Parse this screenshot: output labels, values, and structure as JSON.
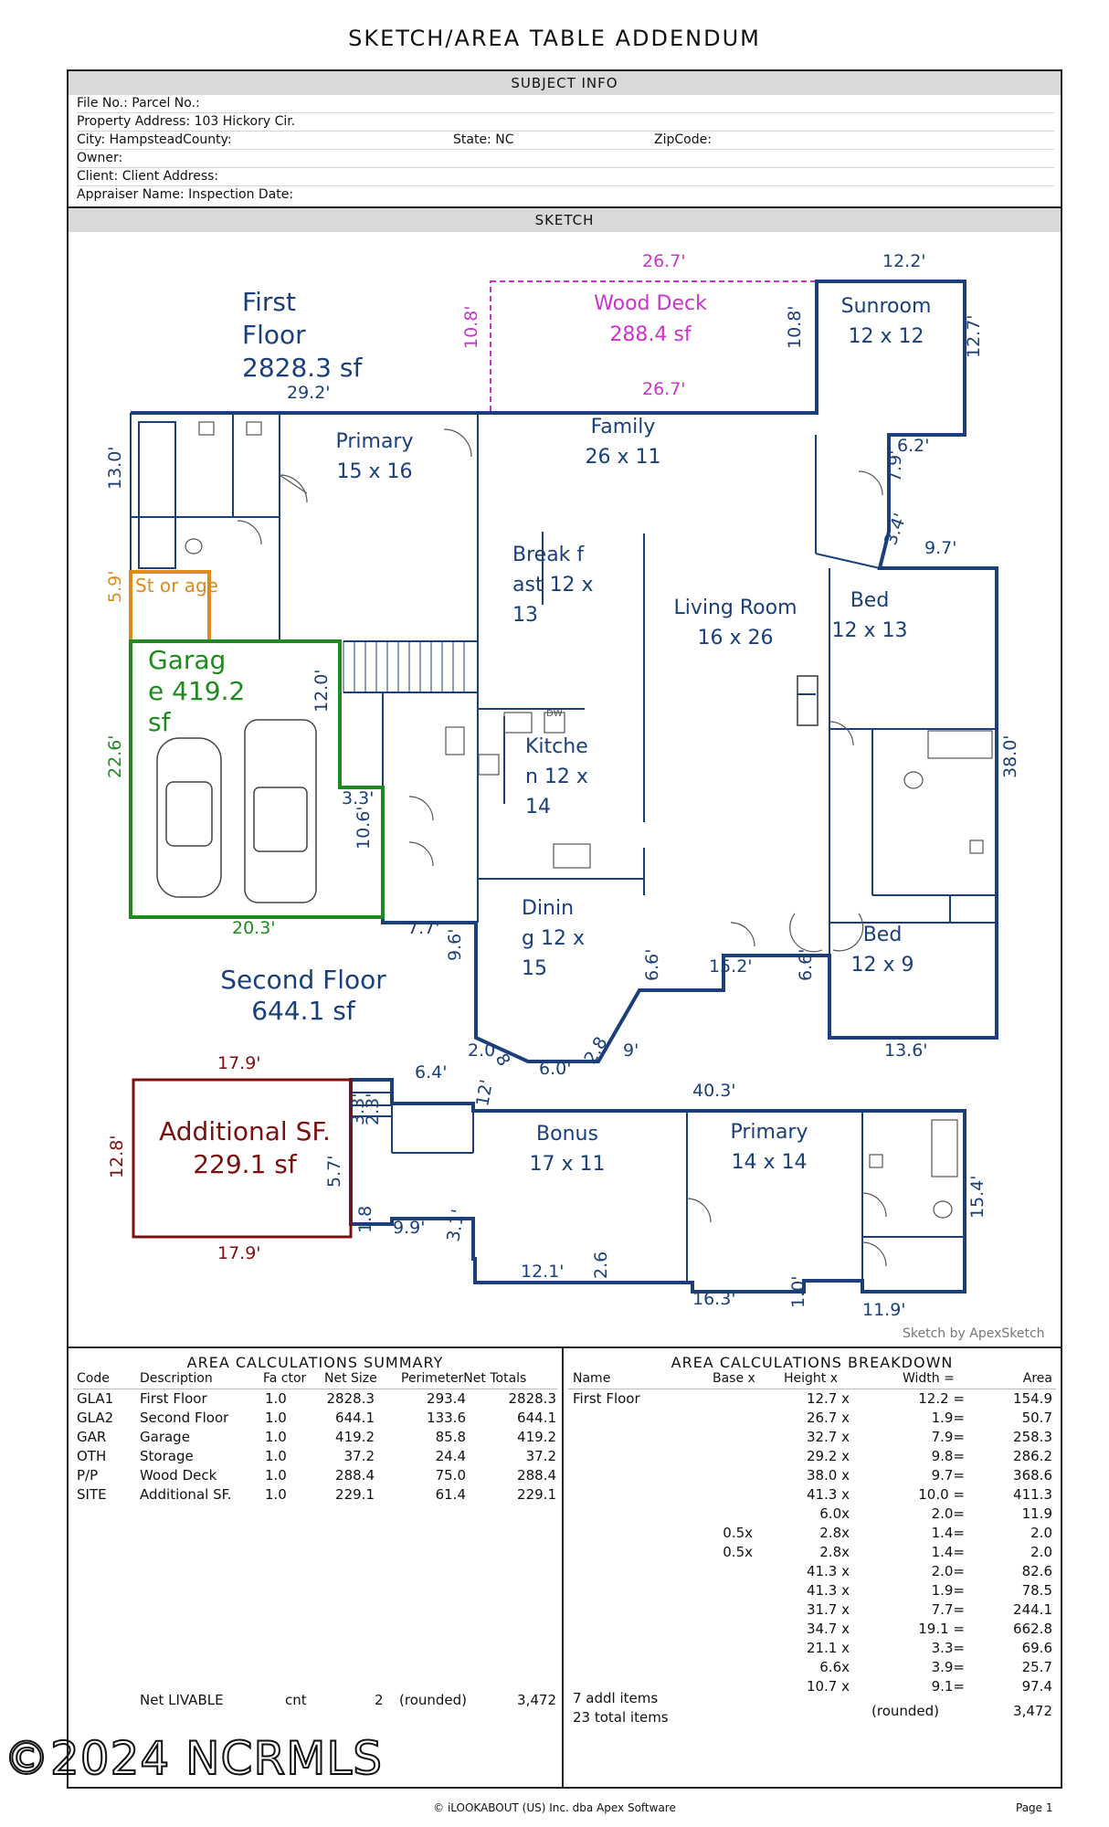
{
  "page": {
    "title": "SKETCH/AREA TABLE ADDENDUM",
    "footer_center": "© iLOOKABOUT (US) Inc. dba Apex Software",
    "footer_right": "Page 1",
    "watermark": "©2024 NCRMLS"
  },
  "subject": {
    "header": "SUBJECT INFO",
    "file_no": "File No.: Parcel No.:",
    "address": "Property Address: 103 Hickory Cir.",
    "city": "City: HampsteadCounty:",
    "state": "State: NC",
    "zip": "ZipCode:",
    "owner": "Owner:",
    "client": "Client: Client Address:",
    "appraiser": "Appraiser Name: Inspection Date:"
  },
  "sketch": {
    "header": "SKETCH",
    "credit": "Sketch by ApexSketch",
    "colors": {
      "floor": "#1a3f7a",
      "deck": "#cc33cc",
      "garage": "#1f8a1f",
      "storage": "#e08a1a",
      "additional": "#7a1010",
      "fixtures": "#555555"
    },
    "area_labels": [
      {
        "id": "first-floor",
        "lines": [
          "First",
          "Floor",
          "2828.3 sf"
        ]
      },
      {
        "id": "wood-deck",
        "lines": [
          "Wood Deck",
          "288.4 sf"
        ]
      },
      {
        "id": "garage",
        "lines": [
          "Garag",
          "e  419.2",
          "sf"
        ]
      },
      {
        "id": "storage",
        "lines": [
          "St or age"
        ]
      },
      {
        "id": "second-floor",
        "lines": [
          "Second Floor",
          "644.1 sf"
        ]
      },
      {
        "id": "additional",
        "lines": [
          "Additional SF.",
          "229.1 sf"
        ]
      }
    ],
    "rooms": [
      {
        "id": "sunroom",
        "lines": [
          "Sunroom",
          "12 x 12"
        ]
      },
      {
        "id": "family",
        "lines": [
          "Family",
          "26 x 11"
        ]
      },
      {
        "id": "primary-1",
        "lines": [
          "Primary",
          "15 x 16"
        ]
      },
      {
        "id": "breakfast",
        "lines": [
          "Break  f",
          "ast  12  x",
          "13"
        ]
      },
      {
        "id": "living",
        "lines": [
          "Living Room",
          "16 x 26"
        ]
      },
      {
        "id": "bed-1",
        "lines": [
          "Bed",
          "12 x 13"
        ]
      },
      {
        "id": "kitchen",
        "lines": [
          "Kitche",
          "n  12  x",
          "14"
        ]
      },
      {
        "id": "dining",
        "lines": [
          "Dinin",
          "g  12  x",
          "15"
        ]
      },
      {
        "id": "bed-2",
        "lines": [
          "Bed",
          "12 x 9"
        ]
      },
      {
        "id": "bonus",
        "lines": [
          "Bonus",
          "17 x 11"
        ]
      },
      {
        "id": "primary-2",
        "lines": [
          "Primary",
          "14 x 14"
        ]
      }
    ],
    "fixture_label": "DW",
    "dims": {
      "deck_top": "26.7'",
      "deck_bottom": "26.7'",
      "deck_left": "10.8'",
      "deck_right": "10.8'",
      "sun_top": "12.2'",
      "sun_right": "12.7'",
      "sun_62": "6.2'",
      "sun_79": "7.9'",
      "d34": "3.4'",
      "d97": "9.7'",
      "ff_top": "29.2'",
      "ff_left": "13.0'",
      "stor_left": "5.9'",
      "gar_left": "22.6'",
      "gar_right": "12.0'",
      "gar_bottom": "20.3'",
      "d33": "3.3'",
      "d106": "10.6'",
      "d77": "7.7'",
      "d96": "9.6'",
      "d66a": "6.6'",
      "d152": "15.2'",
      "d66b": "6.6'",
      "d380": "38.0'",
      "d136": "13.6'",
      "d20": "2.0",
      "d8": "8",
      "d60": "6.0'",
      "d28": "2.8",
      "d9": "9'",
      "add_top": "17.9'",
      "add_bottom": "17.9'",
      "add_left": "12.8'",
      "add_right": "5.7'",
      "d64": "6.4'",
      "d12": "12'",
      "d403": "40.3'",
      "d154": "15.4'",
      "d18": "1.8",
      "d99": "9.9'",
      "d31": "3.1'",
      "d121": "12.1'",
      "d26": "2.6",
      "d163": "16.3'",
      "d10": "1.0'",
      "d119": "11.9'",
      "stair_a": "3.3'",
      "stair_b": "2.3'"
    }
  },
  "summary": {
    "title": "AREA CALCULATIONS SUMMARY",
    "headers": {
      "code": "Code",
      "description": "Description",
      "factor": "Fa ctor",
      "net_size": "Net Size",
      "perimeter": "PerimeterNet Totals"
    },
    "rows": [
      {
        "code": "GLA1",
        "description": "First Floor",
        "factor": "1.0",
        "net_size": "2828.3",
        "perimeter": "293.4",
        "net_total": "2828.3"
      },
      {
        "code": "GLA2",
        "description": "Second Floor",
        "factor": "1.0",
        "net_size": "644.1",
        "perimeter": "133.6",
        "net_total": "644.1"
      },
      {
        "code": "GAR",
        "description": "Garage",
        "factor": "1.0",
        "net_size": "419.2",
        "perimeter": "85.8",
        "net_total": "419.2"
      },
      {
        "code": "OTH",
        "description": "Storage",
        "factor": "1.0",
        "net_size": "37.2",
        "perimeter": "24.4",
        "net_total": "37.2"
      },
      {
        "code": "P/P",
        "description": "Wood Deck",
        "factor": "1.0",
        "net_size": "288.4",
        "perimeter": "75.0",
        "net_total": "288.4"
      },
      {
        "code": "SITE",
        "description": "Additional SF.",
        "factor": "1.0",
        "net_size": "229.1",
        "perimeter": "61.4",
        "net_total": "229.1"
      }
    ],
    "net_livable": {
      "label": "Net LIVABLE",
      "cnt_label": "cnt",
      "cnt": "2",
      "rounded": "(rounded)",
      "total": "3,472"
    }
  },
  "breakdown": {
    "title": "AREA CALCULATIONS BREAKDOWN",
    "headers": {
      "name": "Name",
      "base": "Base x",
      "height": "Height x",
      "width": "Width =",
      "area": "Area"
    },
    "section": "First Floor",
    "rows": [
      {
        "base": "",
        "height": "12.7 x",
        "width": "12.2 =",
        "area": "154.9"
      },
      {
        "base": "",
        "height": "26.7 x",
        "width": "1.9=",
        "area": "50.7"
      },
      {
        "base": "",
        "height": "32.7 x",
        "width": "7.9=",
        "area": "258.3"
      },
      {
        "base": "",
        "height": "29.2 x",
        "width": "9.8=",
        "area": "286.2"
      },
      {
        "base": "",
        "height": "38.0 x",
        "width": "9.7=",
        "area": "368.6"
      },
      {
        "base": "",
        "height": "41.3 x",
        "width": "10.0 =",
        "area": "411.3"
      },
      {
        "base": "",
        "height": "6.0x",
        "width": "2.0=",
        "area": "11.9"
      },
      {
        "base": "0.5x",
        "height": "2.8x",
        "width": "1.4=",
        "area": "2.0"
      },
      {
        "base": "0.5x",
        "height": "2.8x",
        "width": "1.4=",
        "area": "2.0"
      },
      {
        "base": "",
        "height": "41.3 x",
        "width": "2.0=",
        "area": "82.6"
      },
      {
        "base": "",
        "height": "41.3 x",
        "width": "1.9=",
        "area": "78.5"
      },
      {
        "base": "",
        "height": "31.7 x",
        "width": "7.7=",
        "area": "244.1"
      },
      {
        "base": "",
        "height": "34.7 x",
        "width": "19.1 =",
        "area": "662.8"
      },
      {
        "base": "",
        "height": "21.1 x",
        "width": "3.3=",
        "area": "69.6"
      },
      {
        "base": "",
        "height": "6.6x",
        "width": "3.9=",
        "area": "25.7"
      },
      {
        "base": "",
        "height": "10.7 x",
        "width": "9.1=",
        "area": "97.4"
      }
    ],
    "addl_items": "7 addl items",
    "total_items": "23 total items",
    "rounded": "(rounded)",
    "total": "3,472"
  }
}
